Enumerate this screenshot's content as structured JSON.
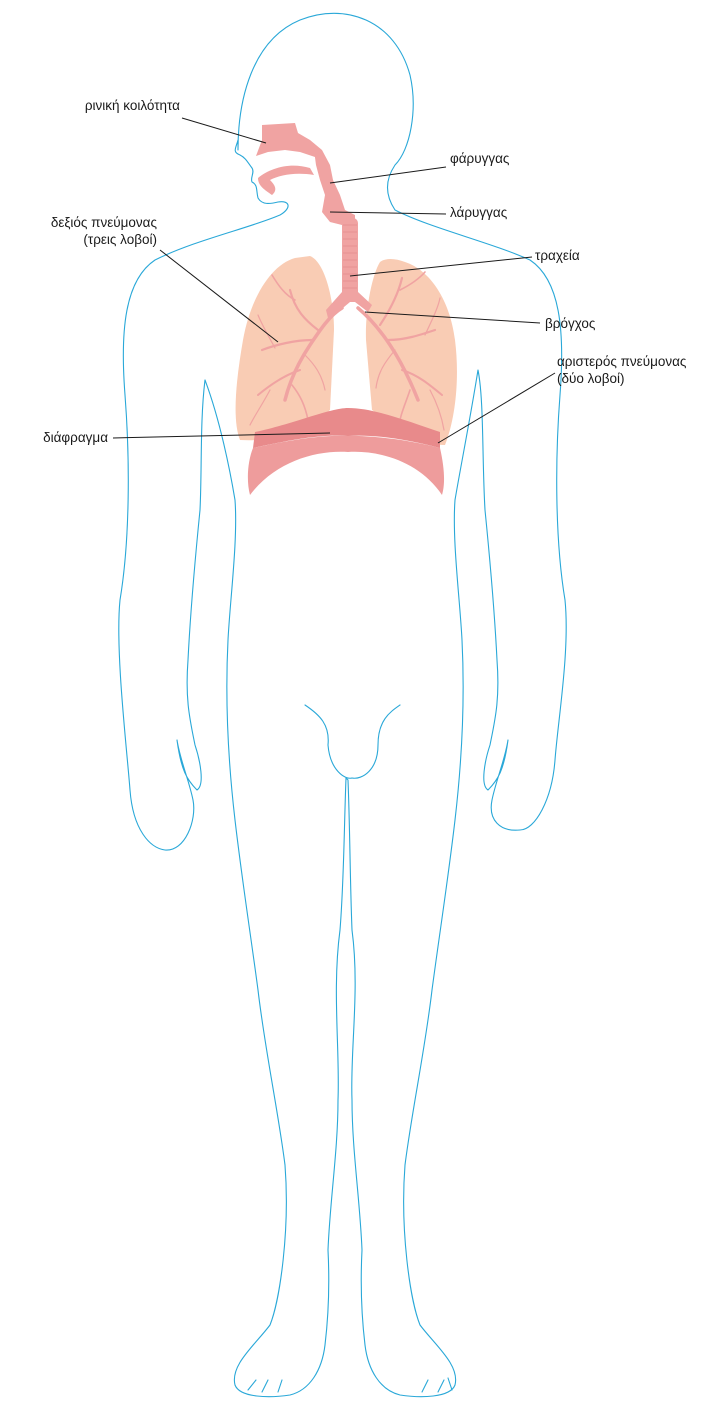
{
  "labels": {
    "nasal_cavity": "ρινική κοιλότητα",
    "pharynx": "φάρυγγας",
    "larynx": "λάρυγγας",
    "right_lung_line1": "δεξιός πνεύμονας",
    "right_lung_line2": "(τρεις λοβοί)",
    "trachea": "τραχεία",
    "bronchus": "βρόγχος",
    "left_lung_line1": "αριστερός πνεύμονας",
    "left_lung_line2": "(δύο λοβοί)",
    "diaphragm": "διάφραγμα"
  },
  "colors": {
    "outline": "#2aa8d8",
    "lung": "#f9ccb4",
    "airway": "#f0a3a2",
    "diaphragm": "#ee9c9c",
    "text": "#1a1a1a"
  }
}
